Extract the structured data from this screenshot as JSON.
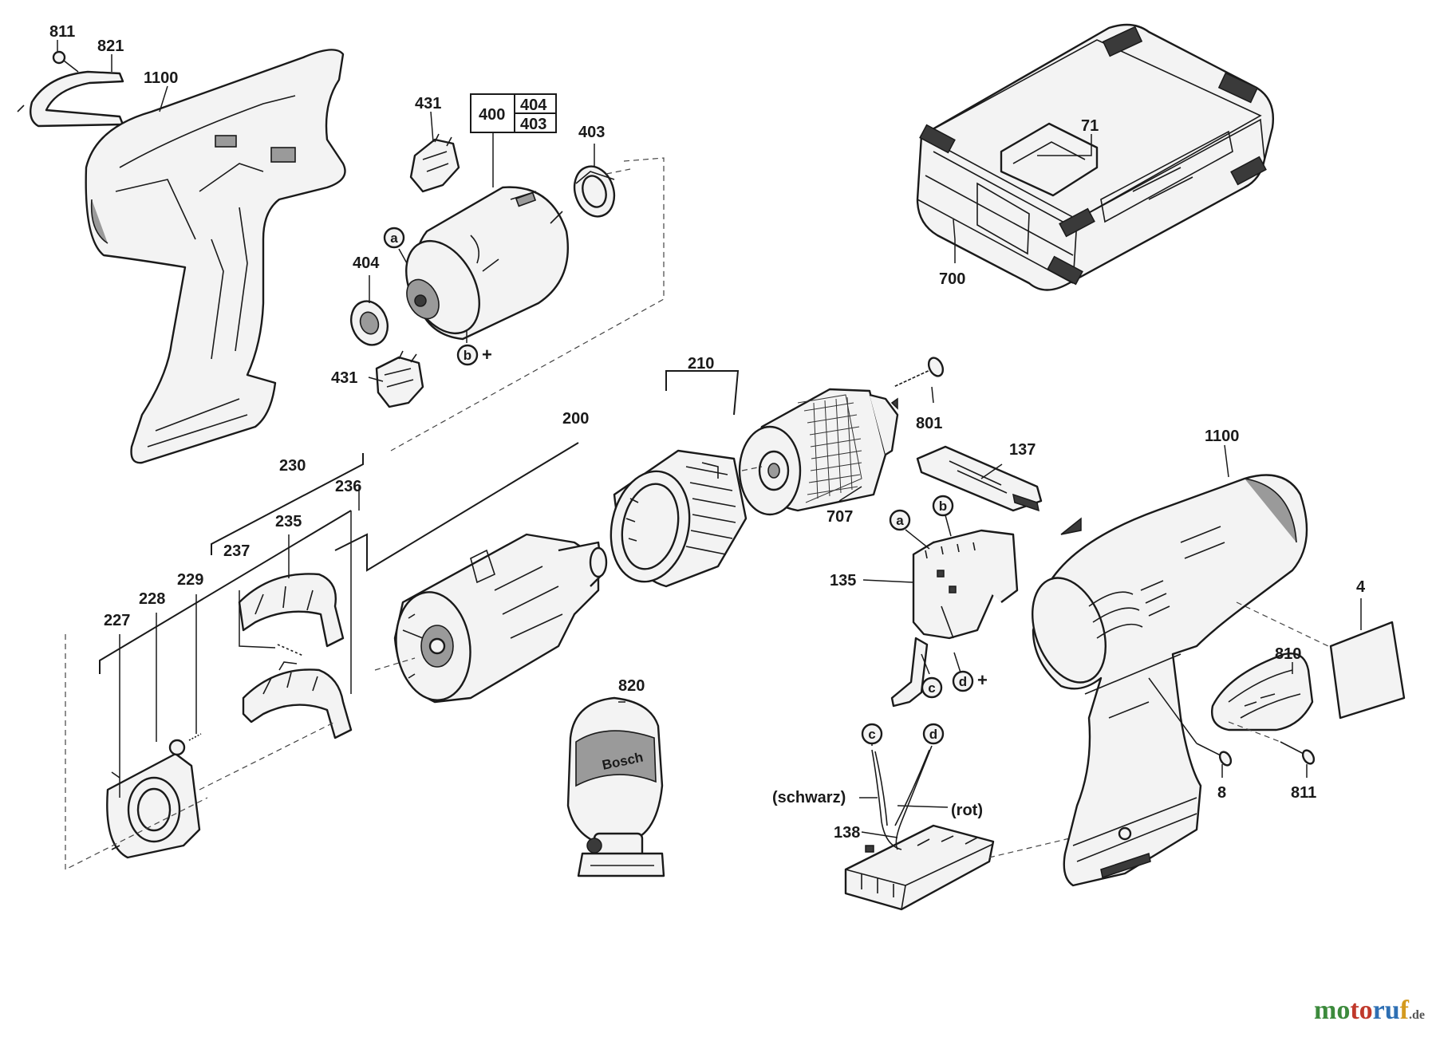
{
  "diagram": {
    "labels": {
      "p811a": "811",
      "p821": "821",
      "p1100a": "1100",
      "p431a": "431",
      "p400": "400",
      "p404a": "404",
      "p403a": "403",
      "p403b": "403",
      "p404b": "404",
      "p431b": "431",
      "p71": "71",
      "p700": "700",
      "p210": "210",
      "p200": "200",
      "p801": "801",
      "p137": "137",
      "p1100b": "1100",
      "p707": "707",
      "p230": "230",
      "p236": "236",
      "p235": "235",
      "p237": "237",
      "p229": "229",
      "p228": "228",
      "p227": "227",
      "p135": "135",
      "p4": "4",
      "p820": "820",
      "p810": "810",
      "p8": "8",
      "p811b": "811",
      "p138": "138",
      "schwarz": "(schwarz)",
      "rot": "(rot)"
    },
    "callouts": {
      "a1": "a",
      "b1": "b",
      "a2": "a",
      "b2": "b",
      "c1": "c",
      "d1": "d",
      "c2": "c",
      "d2": "d",
      "plus": "+"
    },
    "case_brand": "Bosch"
  },
  "watermark": {
    "part1": "mo",
    "part2": "to",
    "part3": "ru",
    "part4": "f",
    "tld": ".de"
  }
}
